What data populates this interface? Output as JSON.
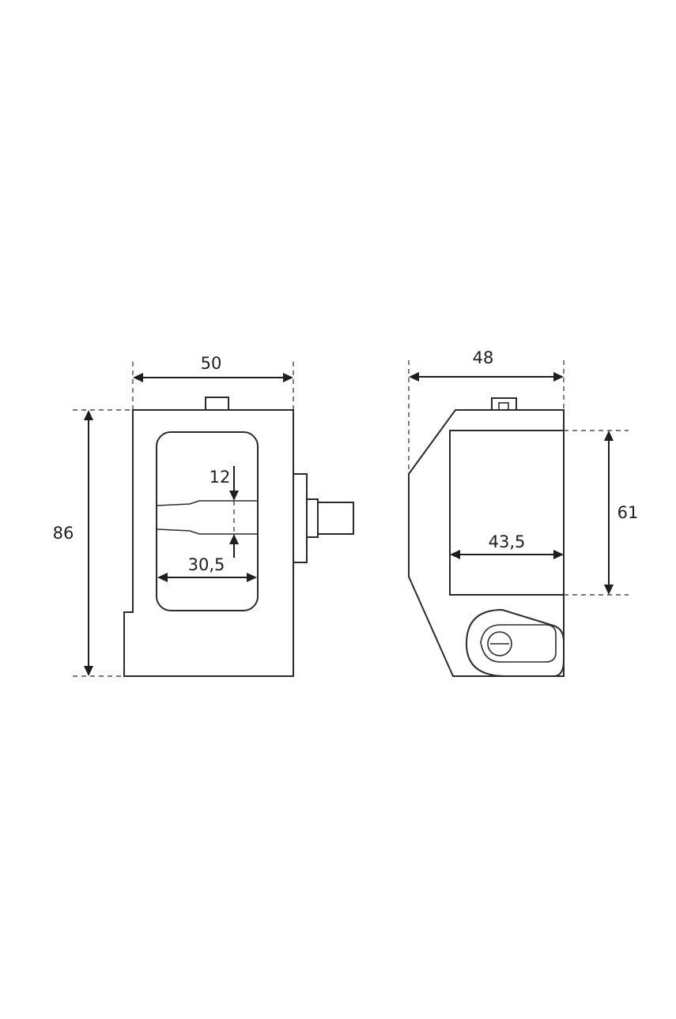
{
  "front_view": {
    "width_label": "50",
    "height_label": "86",
    "slot_height_label": "12",
    "slot_width_label": "30,5"
  },
  "side_view": {
    "width_label": "48",
    "height_label": "61",
    "inner_width_label": "43,5"
  }
}
